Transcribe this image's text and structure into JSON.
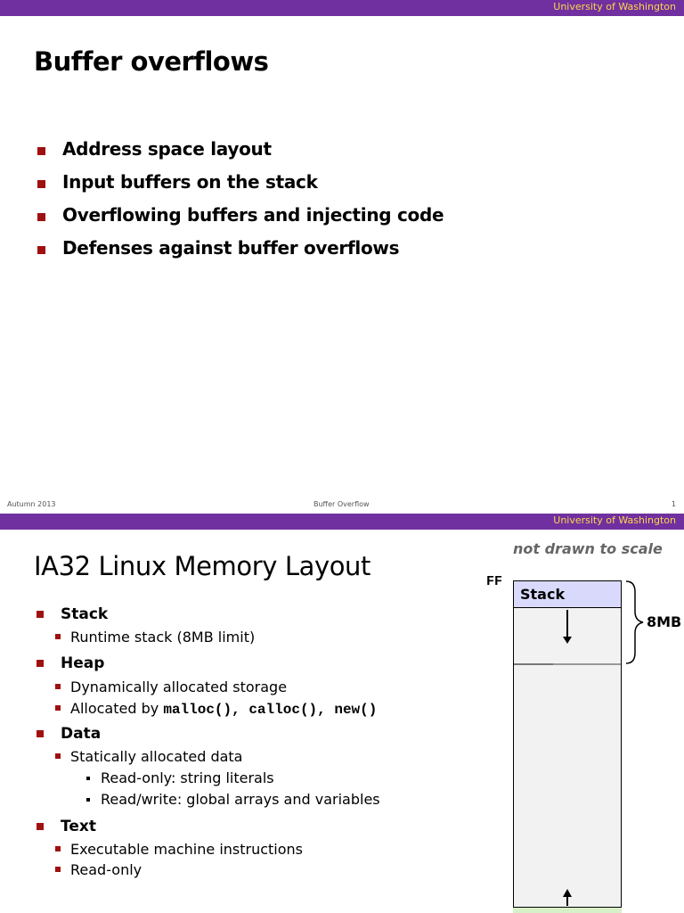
{
  "header": {
    "institution": "University of Washington"
  },
  "slide1": {
    "title": "Buffer overflows",
    "bullets": [
      "Address space layout",
      "Input buffers on the stack",
      "Overflowing buffers and injecting code",
      "Defenses against buffer overflows"
    ],
    "footer": {
      "left": "Autumn 2013",
      "center": "Buffer Overflow",
      "right": "1"
    }
  },
  "slide2": {
    "title": "IA32 Linux Memory Layout",
    "note": "not drawn to scale",
    "diagram": {
      "top_address": "FF",
      "stack_label": "Stack",
      "size_label": "8MB"
    },
    "sections": [
      {
        "label": "Stack",
        "items": [
          "Runtime stack (8MB limit)"
        ]
      },
      {
        "label": "Heap",
        "items": [
          "Dynamically allocated storage",
          "Allocated by"
        ],
        "code": "malloc(), calloc(), new()"
      },
      {
        "label": "Data",
        "items": [
          "Statically allocated data"
        ],
        "subitems": [
          "Read-only: string literals",
          "Read/write: global arrays and variables"
        ]
      },
      {
        "label": "Text",
        "items": [
          "Executable machine instructions",
          "Read-only"
        ]
      }
    ]
  },
  "colors": {
    "header_bar": "#7030a0",
    "header_text": "#ffd54a",
    "bullet": "#a01010",
    "stack_fill": "#d9d9fb",
    "memory_fill": "#f2f2f2"
  }
}
